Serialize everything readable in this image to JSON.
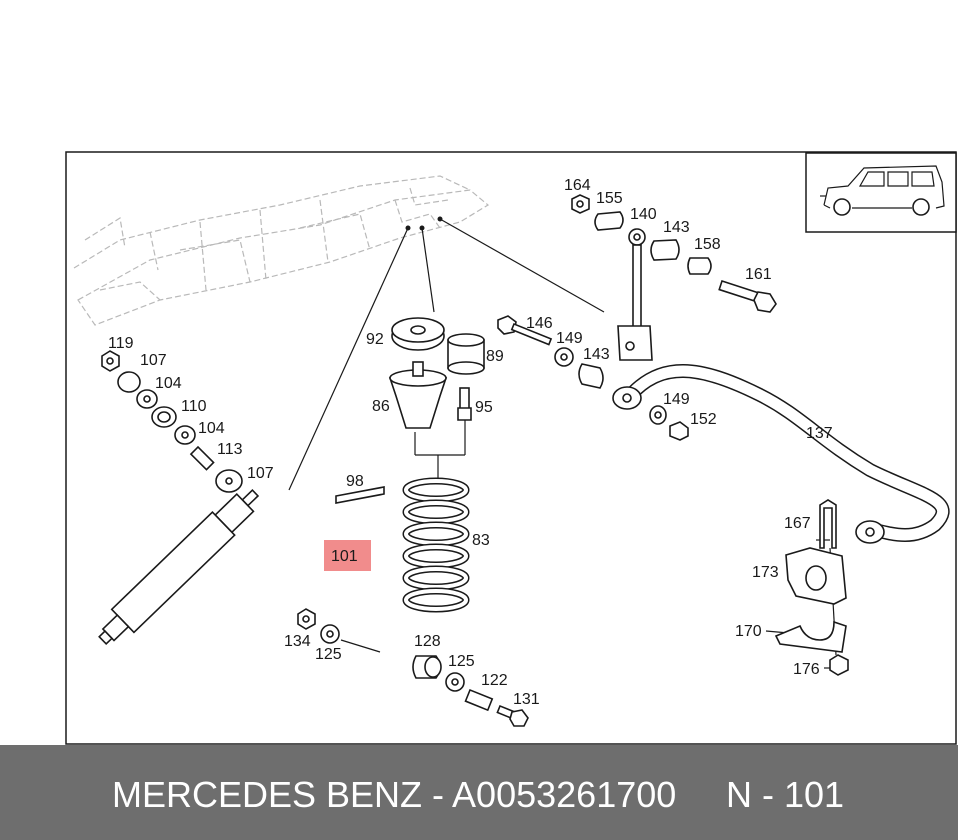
{
  "diagram": {
    "highlight_color": "#f08080",
    "labels": {
      "p164": "164",
      "p155": "155",
      "p140": "140",
      "p143a": "143",
      "p158": "158",
      "p161": "161",
      "p146": "146",
      "p149a": "149",
      "p143b": "143",
      "p92": "92",
      "p89": "89",
      "p86": "86",
      "p95": "95",
      "p149b": "149",
      "p152": "152",
      "p137": "137",
      "p119": "119",
      "p107a": "107",
      "p104a": "104",
      "p110": "110",
      "p104b": "104",
      "p113": "113",
      "p107b": "107",
      "p98": "98",
      "p83": "83",
      "p101": "101",
      "p167": "167",
      "p173": "173",
      "p170": "170",
      "p176": "176",
      "p134": "134",
      "p125a": "125",
      "p128": "128",
      "p125b": "125",
      "p122": "122",
      "p131": "131"
    },
    "icons": [
      "vehicle-thumbnail-icon",
      "chassis-frame-icon"
    ]
  },
  "footer": {
    "brand_part": "MERCEDES BENZ - A0053261700",
    "ref": "N - 101",
    "bg_color": "#6e6e6e"
  }
}
